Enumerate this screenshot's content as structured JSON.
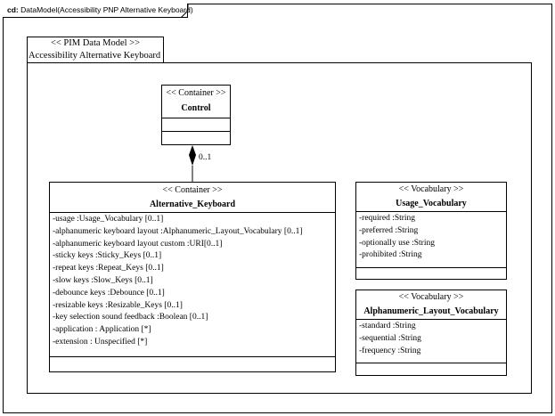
{
  "frame": {
    "kind": "cd:",
    "title": "DataModel(Accessibility PNP Alternative Keyboard)"
  },
  "package": {
    "stereotype": "<< PIM Data Model >>",
    "name": "Accessibility Alternative Keyboard"
  },
  "classes": {
    "control": {
      "stereotype": "<< Container >>",
      "name": "Control",
      "attributes": []
    },
    "alternative_keyboard": {
      "stereotype": "<< Container >>",
      "name": "Alternative_Keyboard",
      "attributes": [
        "-usage :Usage_Vocabulary [0..1]",
        "-alphanumeric keyboard layout   :Alphanumeric_Layout_Vocabulary   [0..1]",
        "-alphanumeric keyboard layout custom   :URI[0..1]",
        "-sticky keys :Sticky_Keys [0..1]",
        "-repeat keys :Repeat_Keys [0..1]",
        "-slow keys :Slow_Keys [0..1]",
        "-debounce keys :Debounce [0..1]",
        "-resizable keys  :Resizable_Keys  [0..1]",
        "-key selection sound feedback   :Boolean [0..1]",
        "-application : Application [*]",
        "-extension : Unspecified [*]"
      ]
    },
    "usage_vocabulary": {
      "stereotype": "<< Vocabulary >>",
      "name": "Usage_Vocabulary",
      "attributes": [
        "-required :String",
        "-preferred :String",
        "-optionally use   :String",
        "-prohibited :String"
      ]
    },
    "alphanumeric_layout_vocabulary": {
      "stereotype": "<< Vocabulary >>",
      "name": "Alphanumeric_Layout_Vocabulary",
      "attributes": [
        "-standard :String",
        "-sequential :String",
        "-frequency :String"
      ]
    }
  },
  "relationships": {
    "composition": {
      "from": "Control",
      "to": "Alternative_Keyboard",
      "multiplicity": "0..1"
    }
  }
}
